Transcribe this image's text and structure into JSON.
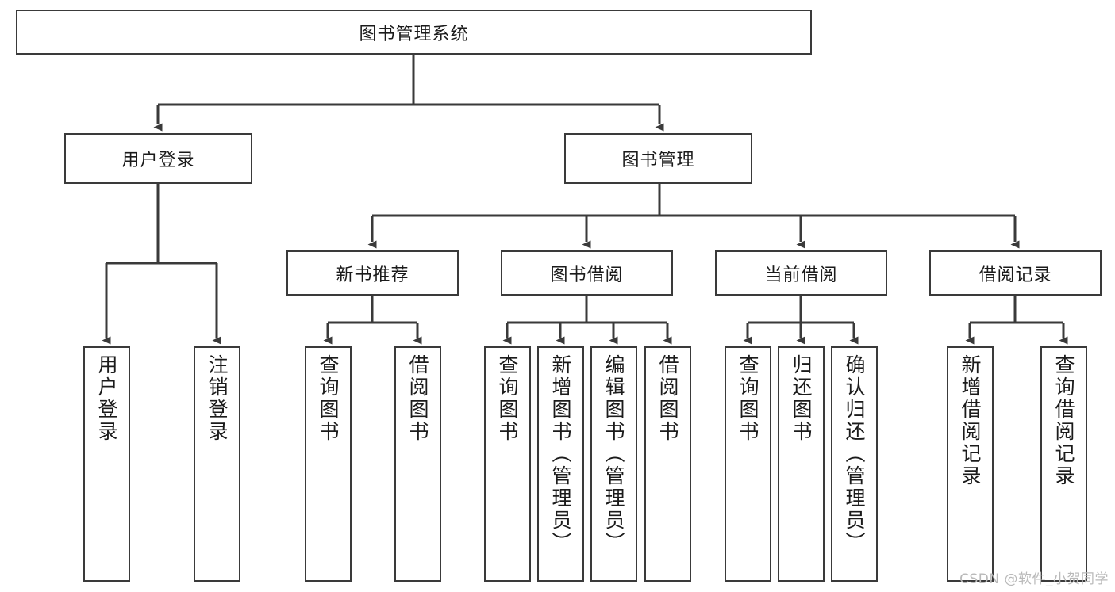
{
  "diagram": {
    "title": "图书管理系统",
    "type": "hierarchy-tree",
    "watermark": "CSDN @软件_小贺同学",
    "colors": {
      "box_border": "#3a3a3a",
      "box_fill": "#ffffff",
      "connector": "#3a3a3a",
      "text": "#1b1b1b",
      "watermark": "#b9b9b9",
      "background": "#ffffff"
    },
    "root": {
      "label": "图书管理系统"
    },
    "level2": [
      {
        "label": "用户登录"
      },
      {
        "label": "图书管理"
      }
    ],
    "level3": [
      {
        "label": "新书推荐"
      },
      {
        "label": "图书借阅"
      },
      {
        "label": "当前借阅"
      },
      {
        "label": "借阅记录"
      }
    ],
    "leaves": {
      "user_login": [
        {
          "label": "用户登录"
        },
        {
          "label": "注销登录"
        }
      ],
      "new_book_recommend": [
        {
          "label": "查询图书"
        },
        {
          "label": "借阅图书"
        }
      ],
      "book_borrow": [
        {
          "label": "查询图书"
        },
        {
          "label": "新增图书（管理员）"
        },
        {
          "label": "编辑图书（管理员）"
        },
        {
          "label": "借阅图书"
        }
      ],
      "current_borrow": [
        {
          "label": "查询图书"
        },
        {
          "label": "归还图书"
        },
        {
          "label": "确认归还（管理员）"
        }
      ],
      "borrow_record": [
        {
          "label": "新增借阅记录"
        },
        {
          "label": "查询借阅记录"
        }
      ]
    }
  }
}
